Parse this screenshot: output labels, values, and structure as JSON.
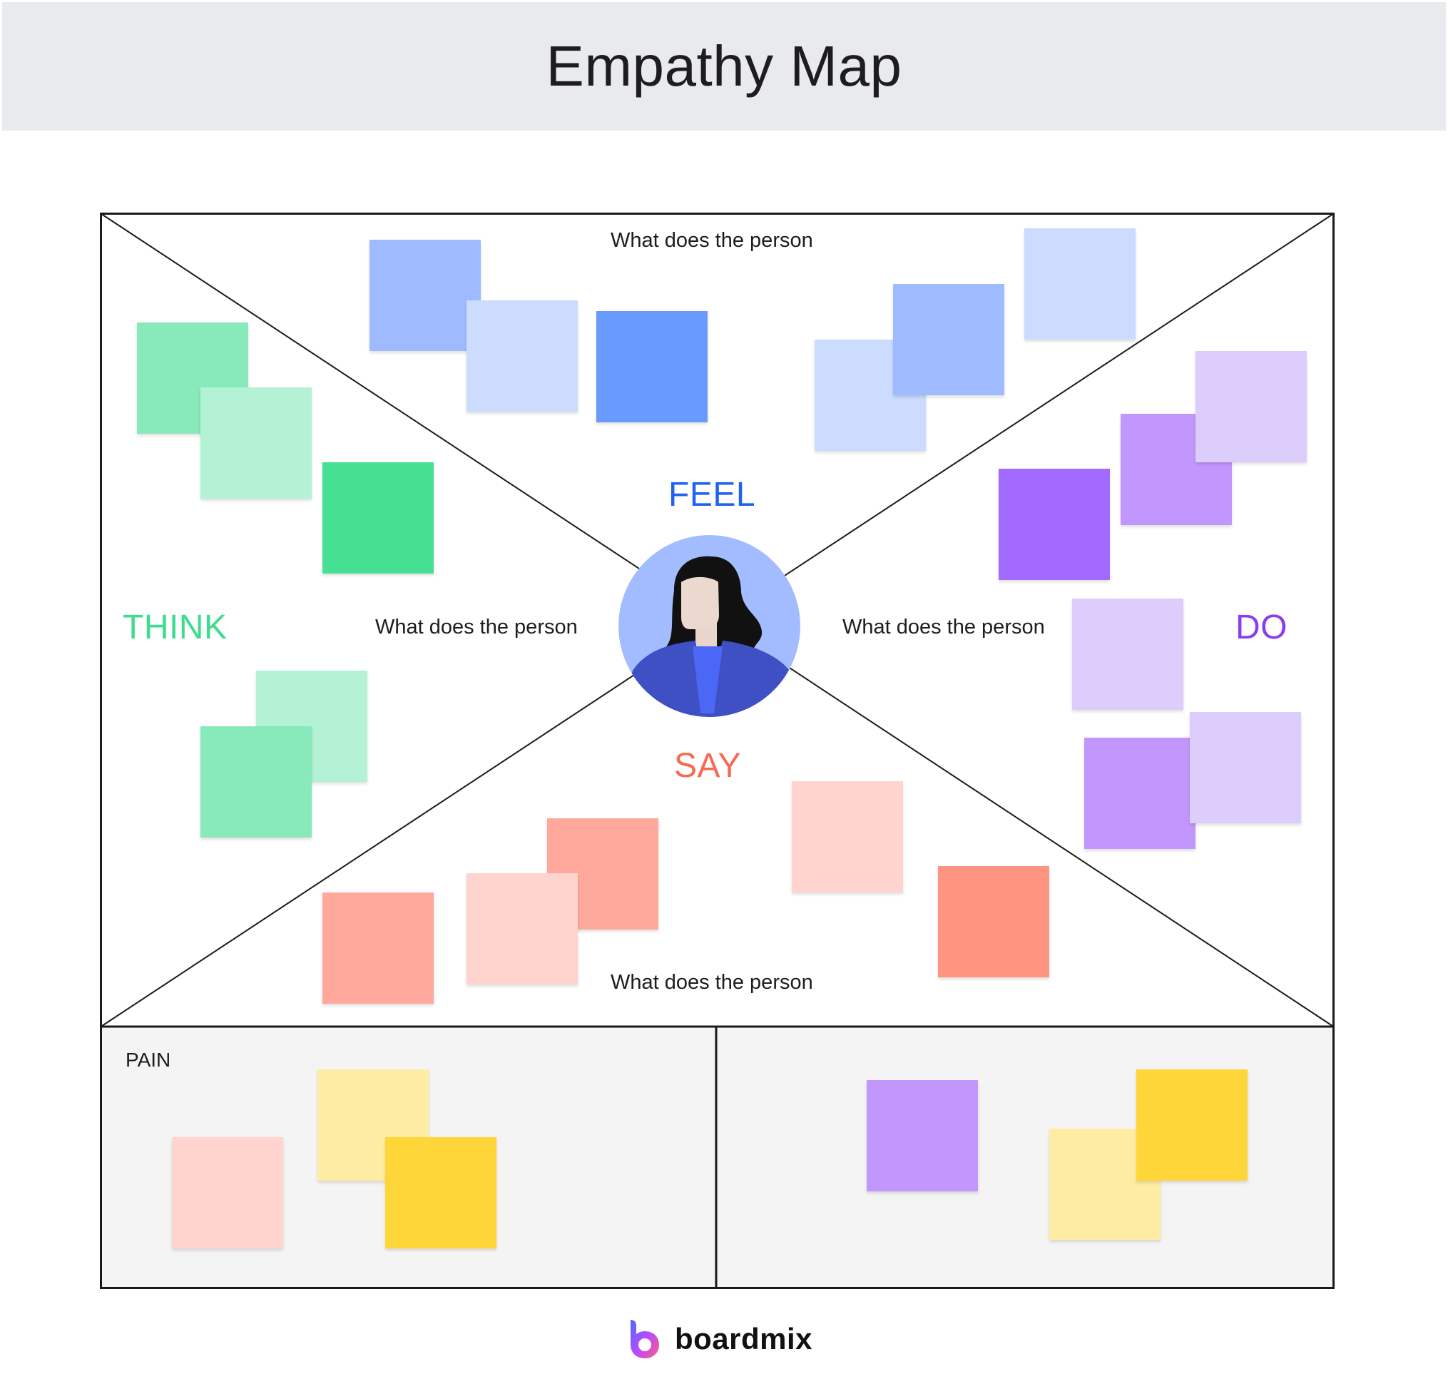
{
  "header": {
    "title": "Empathy Map"
  },
  "map": {
    "quadrants": {
      "feel": {
        "label": "FEEL",
        "prompt": "What does the person",
        "color": "#1f63f0"
      },
      "think": {
        "label": "THINK",
        "prompt": "What does the person",
        "color": "#3ddc8f"
      },
      "do": {
        "label": "DO",
        "prompt": "What does the person",
        "color": "#8c3cf0"
      },
      "say": {
        "label": "SAY",
        "prompt": "What does the person",
        "color": "#f76a52"
      }
    },
    "pain": {
      "label": "PAIN"
    },
    "gain": {
      "label": ""
    }
  },
  "footer": {
    "brand": "boardmix"
  },
  "colors": {
    "blue_light": "#ccdcff",
    "blue_mid": "#9ebbff",
    "blue_strong": "#699bff",
    "green_light": "#b3f2d4",
    "green_mid": "#88e9bb",
    "green_strong": "#46e092",
    "purple_light": "#ddcdfc",
    "purple_mid": "#c197fd",
    "purple_strong": "#a26afe",
    "red_light": "#ffd3ce",
    "red_mid": "#ffa99c",
    "red_strong": "#ff9580",
    "yellow_light": "#feeca5",
    "yellow_strong": "#fed63a"
  }
}
